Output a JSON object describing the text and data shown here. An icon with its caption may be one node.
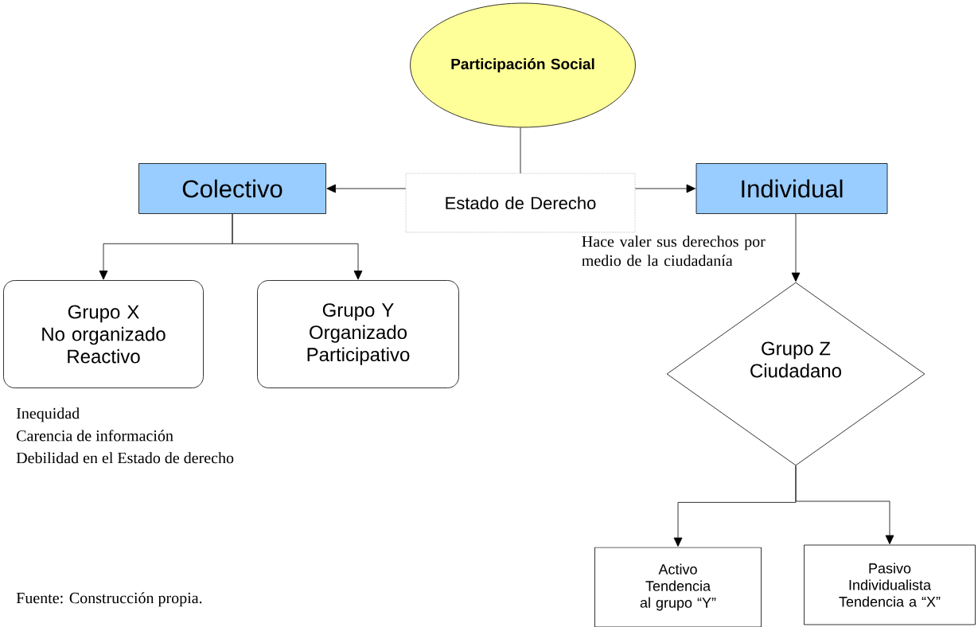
{
  "diagram": {
    "nodes": [
      {
        "text": [
          "Participación Social"
        ]
      },
      {
        "text": [
          "Colectivo"
        ]
      },
      {
        "text": [
          "Estado de Derecho"
        ]
      },
      {
        "text": [
          "Individual"
        ]
      },
      {
        "text": [
          "Grupo X",
          "No organizado",
          "Reactivo"
        ]
      },
      {
        "text": [
          "Grupo Y",
          "Organizado",
          "Participativo"
        ]
      },
      {
        "text": [
          "Grupo Z",
          "Ciudadano"
        ]
      },
      {
        "text": [
          "Activo",
          "Tendencia al grupo “Y”"
        ]
      },
      {
        "text": [
          "Pasivo",
          "Individualista",
          "Tendencia a “X”"
        ]
      }
    ],
    "edges": [
      {
        "from": 0,
        "to": 2,
        "arrow": "none"
      },
      {
        "from": 2,
        "to": 1,
        "arrow": "to"
      },
      {
        "from": 2,
        "to": 3,
        "arrow": "to"
      },
      {
        "from": 1,
        "to": 4,
        "arrow": "to"
      },
      {
        "from": 1,
        "to": 5,
        "arrow": "to"
      },
      {
        "from": 3,
        "to": 6,
        "arrow": "to",
        "label": "Hace valer sus derechos por medio de la ciudadanía"
      },
      {
        "from": 6,
        "to": 7,
        "arrow": "to"
      },
      {
        "from": 6,
        "to": 8,
        "arrow": "to"
      }
    ],
    "labels": [
      "Inequidad",
      "Carencia de información",
      "Debilidad en el Estado de derecho",
      "Fuente: Construcción propia."
    ]
  }
}
